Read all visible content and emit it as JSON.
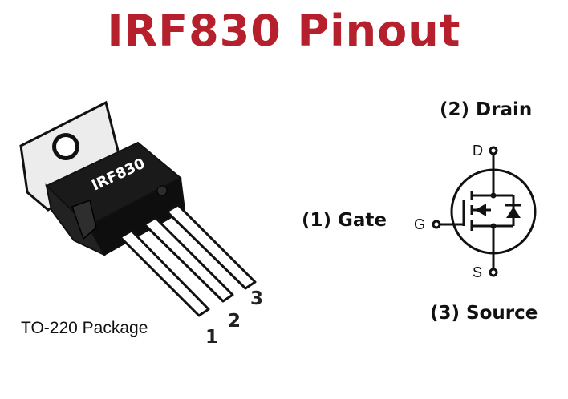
{
  "title": "IRF830 Pinout",
  "package": {
    "marking": "IRF830",
    "label": "TO-220 Package",
    "pin_numbers": [
      "1",
      "2",
      "3"
    ]
  },
  "symbol": {
    "drain_letter": "D",
    "gate_letter": "G",
    "source_letter": "S"
  },
  "pins": {
    "drain_label": "(2) Drain",
    "gate_label": "(1) Gate",
    "source_label": "(3) Source"
  },
  "colors": {
    "title": "#b5202c",
    "ink": "#111111"
  }
}
